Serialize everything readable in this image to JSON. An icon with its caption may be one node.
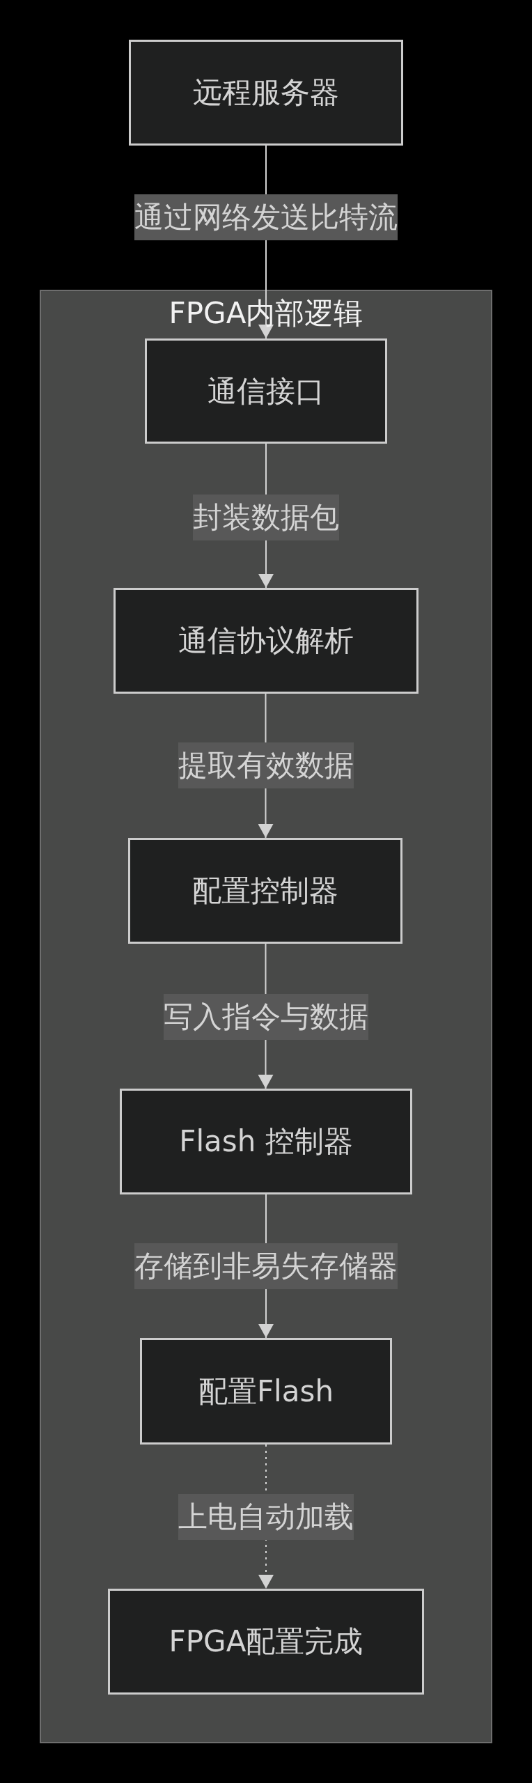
{
  "diagram": {
    "nodes": [
      {
        "text": [
          "远程服务器"
        ]
      },
      {
        "text": [
          "FPGA内部逻辑"
        ]
      },
      {
        "text": [
          "通信接口"
        ],
        "in": 1
      },
      {
        "text": [
          "通信协议解析"
        ],
        "in": 1
      },
      {
        "text": [
          "配置控制器"
        ],
        "in": 1
      },
      {
        "text": [
          "Flash 控制器"
        ],
        "in": 1
      },
      {
        "text": [
          "配置Flash"
        ],
        "in": 1
      },
      {
        "text": [
          "FPGA配置完成"
        ],
        "in": 1
      }
    ],
    "edges": [
      {
        "from": 0,
        "to": 2,
        "arrow": "to",
        "label": "通过网络发送比特流"
      },
      {
        "from": 2,
        "to": 3,
        "arrow": "to",
        "label": "封装数据包"
      },
      {
        "from": 3,
        "to": 4,
        "arrow": "to",
        "label": "提取有效数据"
      },
      {
        "from": 4,
        "to": 5,
        "arrow": "to",
        "label": "写入指令与数据"
      },
      {
        "from": 5,
        "to": 6,
        "arrow": "to",
        "label": "存储到非易失存储器"
      },
      {
        "from": 6,
        "to": 7,
        "arrow": "to",
        "label": "上电自动加载",
        "style": "dashed"
      }
    ]
  }
}
